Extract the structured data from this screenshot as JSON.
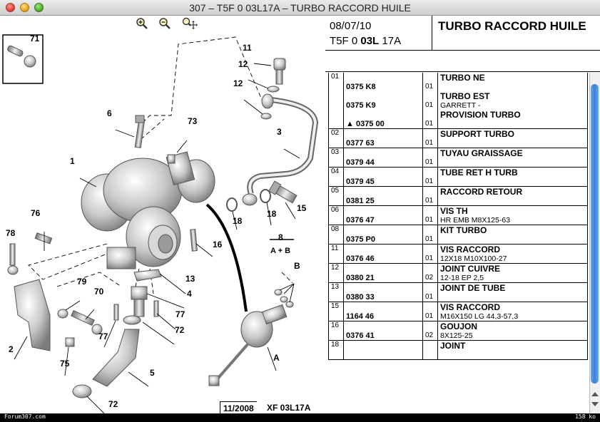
{
  "window": {
    "title": "307 – T5F 0 03L17A – TURBO RACCORD HUILE"
  },
  "header": {
    "date": "08/07/10",
    "code_prefix": "T5F 0 ",
    "code_bold": "03L",
    "code_suffix": " 17A",
    "title": "TURBO RACCORD HUILE"
  },
  "toolbar": {
    "icons": [
      "zoom-in-icon",
      "zoom-out-icon",
      "zoom-pan-icon"
    ]
  },
  "diagram": {
    "callouts": [
      "71",
      "11",
      "12",
      "12",
      "6",
      "73",
      "3",
      "1",
      "18",
      "18",
      "15",
      "76",
      "78",
      "16",
      "8",
      "A + B",
      "B",
      "79",
      "70",
      "13",
      "4",
      "77",
      "77",
      "72",
      "2",
      "75",
      "5",
      "72",
      "A"
    ],
    "cartouche_date": "11/2008",
    "cartouche_ref": "XF 03L17A"
  },
  "parts": [
    {
      "rep": "01",
      "lines": [
        {
          "ref": "0375 K8",
          "qty": "01",
          "desc": "TURBO NE",
          "sub": ""
        },
        {
          "ref": "0375 K9",
          "qty": "01",
          "desc": "TURBO EST",
          "sub": "GARRETT -"
        },
        {
          "ref": "0375 00",
          "qty": "01",
          "desc": "PROVISION TURBO",
          "sub": "",
          "warn": true
        }
      ]
    },
    {
      "rep": "02",
      "lines": [
        {
          "ref": "0377 63",
          "qty": "01",
          "desc": "SUPPORT TURBO",
          "sub": ""
        }
      ]
    },
    {
      "rep": "03",
      "lines": [
        {
          "ref": "0379 44",
          "qty": "01",
          "desc": "TUYAU GRAISSAGE",
          "sub": ""
        }
      ]
    },
    {
      "rep": "04",
      "lines": [
        {
          "ref": "0379 45",
          "qty": "01",
          "desc": "TUBE RET H TURB",
          "sub": ""
        }
      ]
    },
    {
      "rep": "05",
      "lines": [
        {
          "ref": "0381 25",
          "qty": "01",
          "desc": "RACCORD RETOUR",
          "sub": ""
        }
      ]
    },
    {
      "rep": "06",
      "lines": [
        {
          "ref": "0376 47",
          "qty": "01",
          "desc": "VIS TH",
          "sub": "HR EMB M8X125-63"
        }
      ]
    },
    {
      "rep": "08",
      "lines": [
        {
          "ref": "0375 P0",
          "qty": "01",
          "desc": "KIT TURBO",
          "sub": ""
        }
      ]
    },
    {
      "rep": "11",
      "lines": [
        {
          "ref": "0376 46",
          "qty": "01",
          "desc": "VIS RACCORD",
          "sub": "12X18 M10X100-27"
        }
      ]
    },
    {
      "rep": "12",
      "lines": [
        {
          "ref": "0380 21",
          "qty": "02",
          "desc": "JOINT CUIVRE",
          "sub": "12-18 EP 2,5"
        }
      ]
    },
    {
      "rep": "13",
      "lines": [
        {
          "ref": "0380 33",
          "qty": "01",
          "desc": "JOINT DE TUBE",
          "sub": ""
        }
      ]
    },
    {
      "rep": "15",
      "lines": [
        {
          "ref": "1164 46",
          "qty": "01",
          "desc": "VIS RACCORD",
          "sub": "M16X150 LG 44,3-57,3"
        }
      ]
    },
    {
      "rep": "16",
      "lines": [
        {
          "ref": "0376 41",
          "qty": "02",
          "desc": "GOUJON",
          "sub": "8X125-25"
        }
      ]
    },
    {
      "rep": "18",
      "lines": [
        {
          "ref": "",
          "qty": "",
          "desc": "JOINT",
          "sub": ""
        }
      ]
    }
  ],
  "footer": {
    "left": "Forum307.com",
    "right": "158 ko"
  }
}
